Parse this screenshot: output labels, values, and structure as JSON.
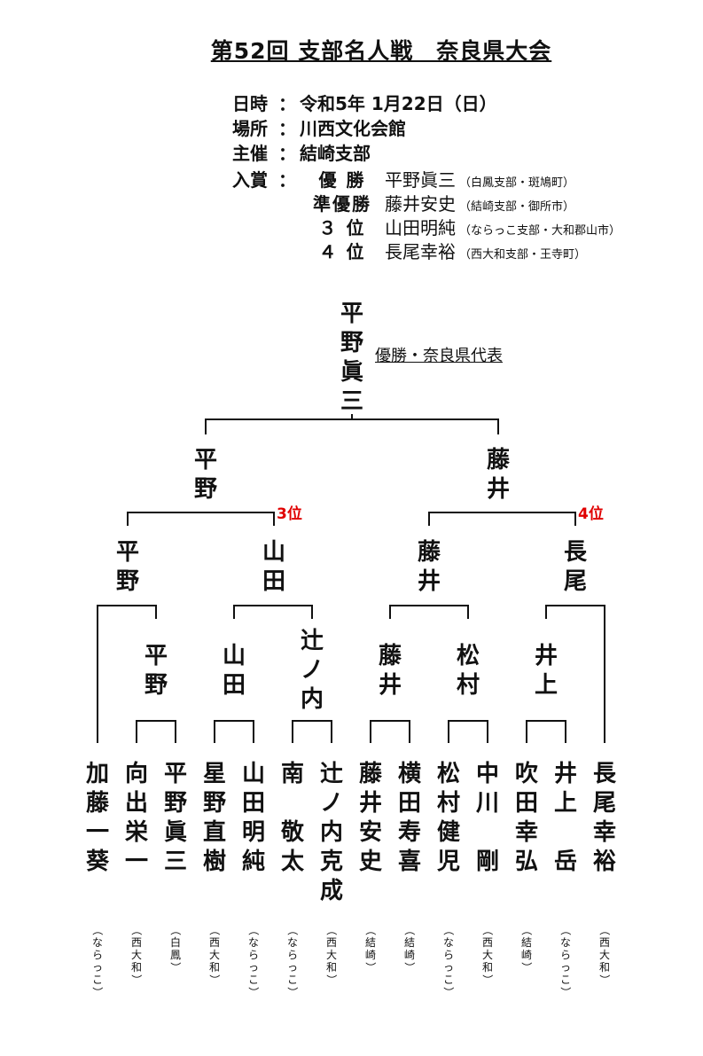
{
  "title": "第52回 支部名人戦　奈良県大会",
  "info": {
    "date_label": "日時",
    "date": "令和5年 1月22日（日）",
    "place_label": "場所",
    "place": "川西文化会館",
    "host_label": "主催",
    "host": "結崎支部",
    "colon": "："
  },
  "awards": {
    "label": "入賞",
    "rows": [
      {
        "rank": "優 勝",
        "name": "平野眞三",
        "aff": "（白鳳支部・斑鳩町）"
      },
      {
        "rank": "準優勝",
        "name": "藤井安史",
        "aff": "（結崎支部・御所市）"
      },
      {
        "rank": "３ 位",
        "name": "山田明純",
        "aff": "（ならっこ支部・大和郡山市）"
      },
      {
        "rank": "４ 位",
        "name": "長尾幸裕",
        "aff": "（西大和支部・王寺町）"
      }
    ]
  },
  "bracket": {
    "champion": "平野眞三",
    "representative": "優勝・奈良県代表",
    "semi_left": "平野",
    "semi_right": "藤井",
    "rank3": "3位",
    "rank4": "4位",
    "quarter": [
      "平野",
      "山田",
      "藤井",
      "長尾"
    ],
    "round2": [
      "平野",
      "山田",
      "辻ノ内",
      "藤井",
      "松村",
      "井上"
    ],
    "players": [
      {
        "name": "加藤一葵",
        "aff": "（ならっこ）"
      },
      {
        "name": "向出栄一",
        "aff": "（西大和）"
      },
      {
        "name": "平野眞三",
        "aff": "（白鳳）"
      },
      {
        "name": "星野直樹",
        "aff": "（西大和）"
      },
      {
        "name": "山田明純",
        "aff": "（ならっこ）"
      },
      {
        "name": "南　敬太",
        "aff": "（ならっこ）"
      },
      {
        "name": "辻ノ内克成",
        "aff": "（西大和）"
      },
      {
        "name": "藤井安史",
        "aff": "（結崎）"
      },
      {
        "name": "横田寿喜",
        "aff": "（結崎）"
      },
      {
        "name": "松村健児",
        "aff": "（ならっこ）"
      },
      {
        "name": "中川　剛",
        "aff": "（西大和）"
      },
      {
        "name": "吹田幸弘",
        "aff": "（結崎）"
      },
      {
        "name": "井上　岳",
        "aff": "（ならっこ）"
      },
      {
        "name": "長尾幸裕",
        "aff": "（西大和）"
      }
    ]
  }
}
